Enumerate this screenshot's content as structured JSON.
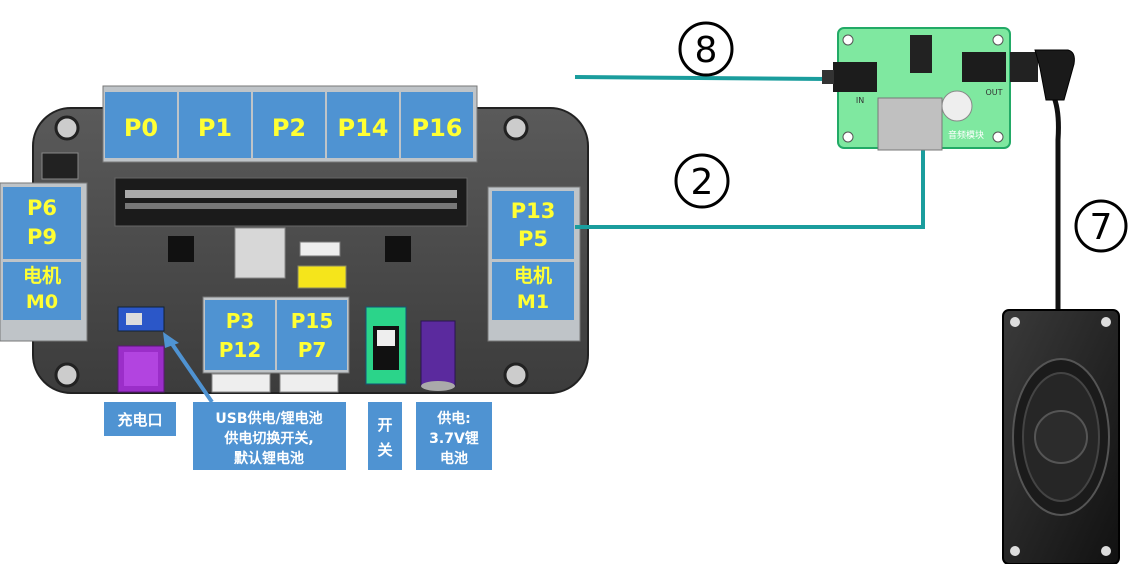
{
  "top_ports": [
    "P0",
    "P1",
    "P2",
    "P14",
    "P16"
  ],
  "left_port": {
    "line1": "P6",
    "line2": "P9",
    "line3": "电机",
    "line4": "M0"
  },
  "right_port": {
    "line1": "P13",
    "line2": "P5",
    "line3": "电机",
    "line4": "M1"
  },
  "center_port": {
    "left_line1": "P3",
    "left_line2": "P12",
    "right_line1": "P15",
    "right_line2": "P7"
  },
  "captions": {
    "charge": "充电口",
    "usb_switch_1": "USB供电/锂电池",
    "usb_switch_2": "供电切换开关,",
    "usb_switch_3": "默认锂电池",
    "switch_1": "开",
    "switch_2": "关",
    "power_1": "供电:",
    "power_2": "3.7V锂",
    "power_3": "电池"
  },
  "callouts": {
    "n8": "8",
    "n2": "2",
    "n7": "7"
  },
  "module": {
    "in_label": "IN",
    "out_label": "OUT",
    "name_label": "音频模块"
  },
  "colors": {
    "label_blue": "#4f93d2",
    "label_text": "#ffff33",
    "wire": "#1a9d9d",
    "board": "#4a4a4a",
    "module_green": "#7fe8a0"
  }
}
